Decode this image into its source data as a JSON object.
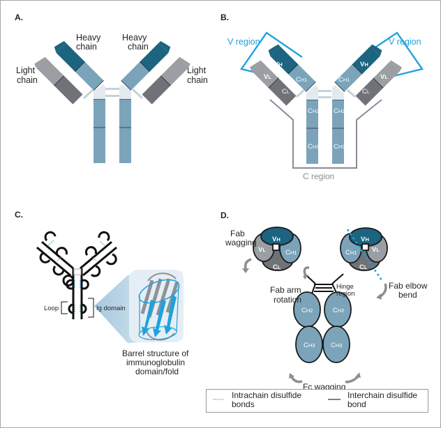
{
  "figure": {
    "panels": {
      "A": {
        "letter": "A.",
        "labels": {
          "heavy_left": [
            "Heavy",
            "chain"
          ],
          "heavy_right": [
            "Heavy",
            "chain"
          ],
          "light_left": [
            "Light",
            "chain"
          ],
          "light_right": [
            "Light",
            "chain"
          ]
        }
      },
      "B": {
        "letter": "B.",
        "v_region_left": "V region",
        "v_region_right": "V region",
        "c_region": "C region",
        "domains": {
          "vh": "VH",
          "vl": "VL",
          "ch1": "CH1",
          "cl": "CL",
          "ch2": "CH2",
          "ch3": "CH3"
        }
      },
      "C": {
        "letter": "C.",
        "loop": "Loop",
        "ig_domain": "Ig domain",
        "caption": [
          "Barrel structure of",
          "immunoglobulin",
          "domain/fold"
        ]
      },
      "D": {
        "letter": "D.",
        "fab_wagging": [
          "Fab",
          "wagging"
        ],
        "fab_arm_rotation": [
          "Fab arm",
          "rotation"
        ],
        "hinge_region": [
          "Hinge",
          "region"
        ],
        "fab_elbow_bend": [
          "Fab elbow",
          "bend"
        ],
        "fc_wagging": "Fc wagging",
        "domains": {
          "vh": "VH",
          "vl": "VL",
          "ch1": "CH1",
          "cl": "CL",
          "ch2": "CH2",
          "ch3": "CH3"
        }
      }
    },
    "legend": {
      "intrachain": [
        "Intrachain disulfide",
        "bonds"
      ],
      "interchain": [
        "Interchain disulfide",
        "bond"
      ]
    },
    "colors": {
      "vh": "#1d6480",
      "ch": "#7ba4ba",
      "vl": "#9b9ea3",
      "cl": "#6f7378",
      "hinge": "#e2e9ef",
      "bond": "#c8d1d8",
      "region_blue": "#1ea2dc",
      "region_gray": "#8b8c96"
    }
  }
}
